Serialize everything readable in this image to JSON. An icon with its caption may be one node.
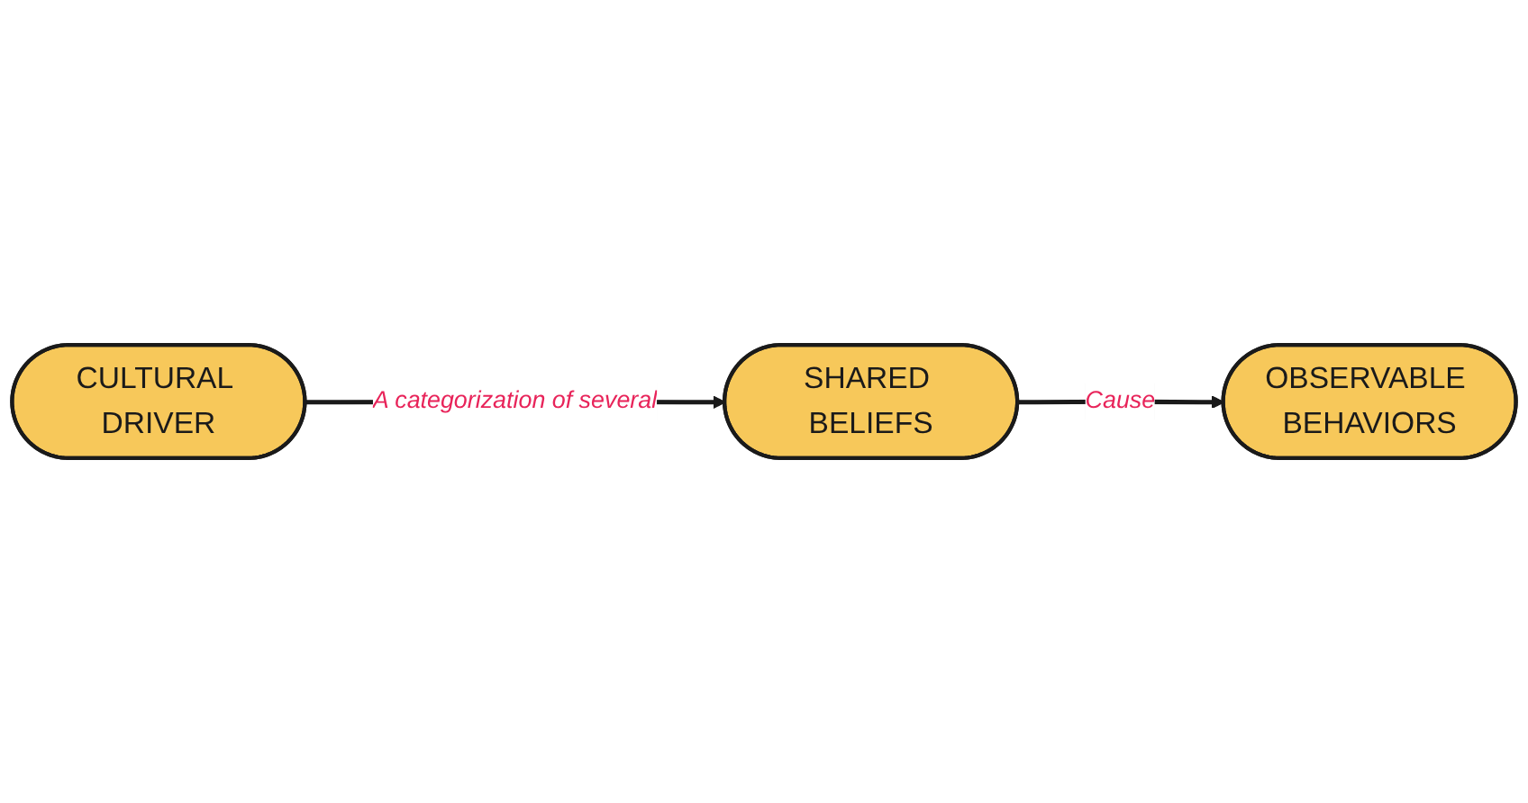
{
  "diagram": {
    "nodes": [
      {
        "text": [
          "CULTURAL DRIVER"
        ]
      },
      {
        "text": [
          "SHARED BELIEFS"
        ]
      },
      {
        "text": [
          "OBSERVABLE BEHAVIORS"
        ]
      }
    ],
    "edges": [
      {
        "from": 0,
        "to": 1,
        "arrow": "to",
        "label": "A categorization of several"
      },
      {
        "from": 1,
        "to": 2,
        "arrow": "to",
        "label": "Cause"
      }
    ]
  }
}
